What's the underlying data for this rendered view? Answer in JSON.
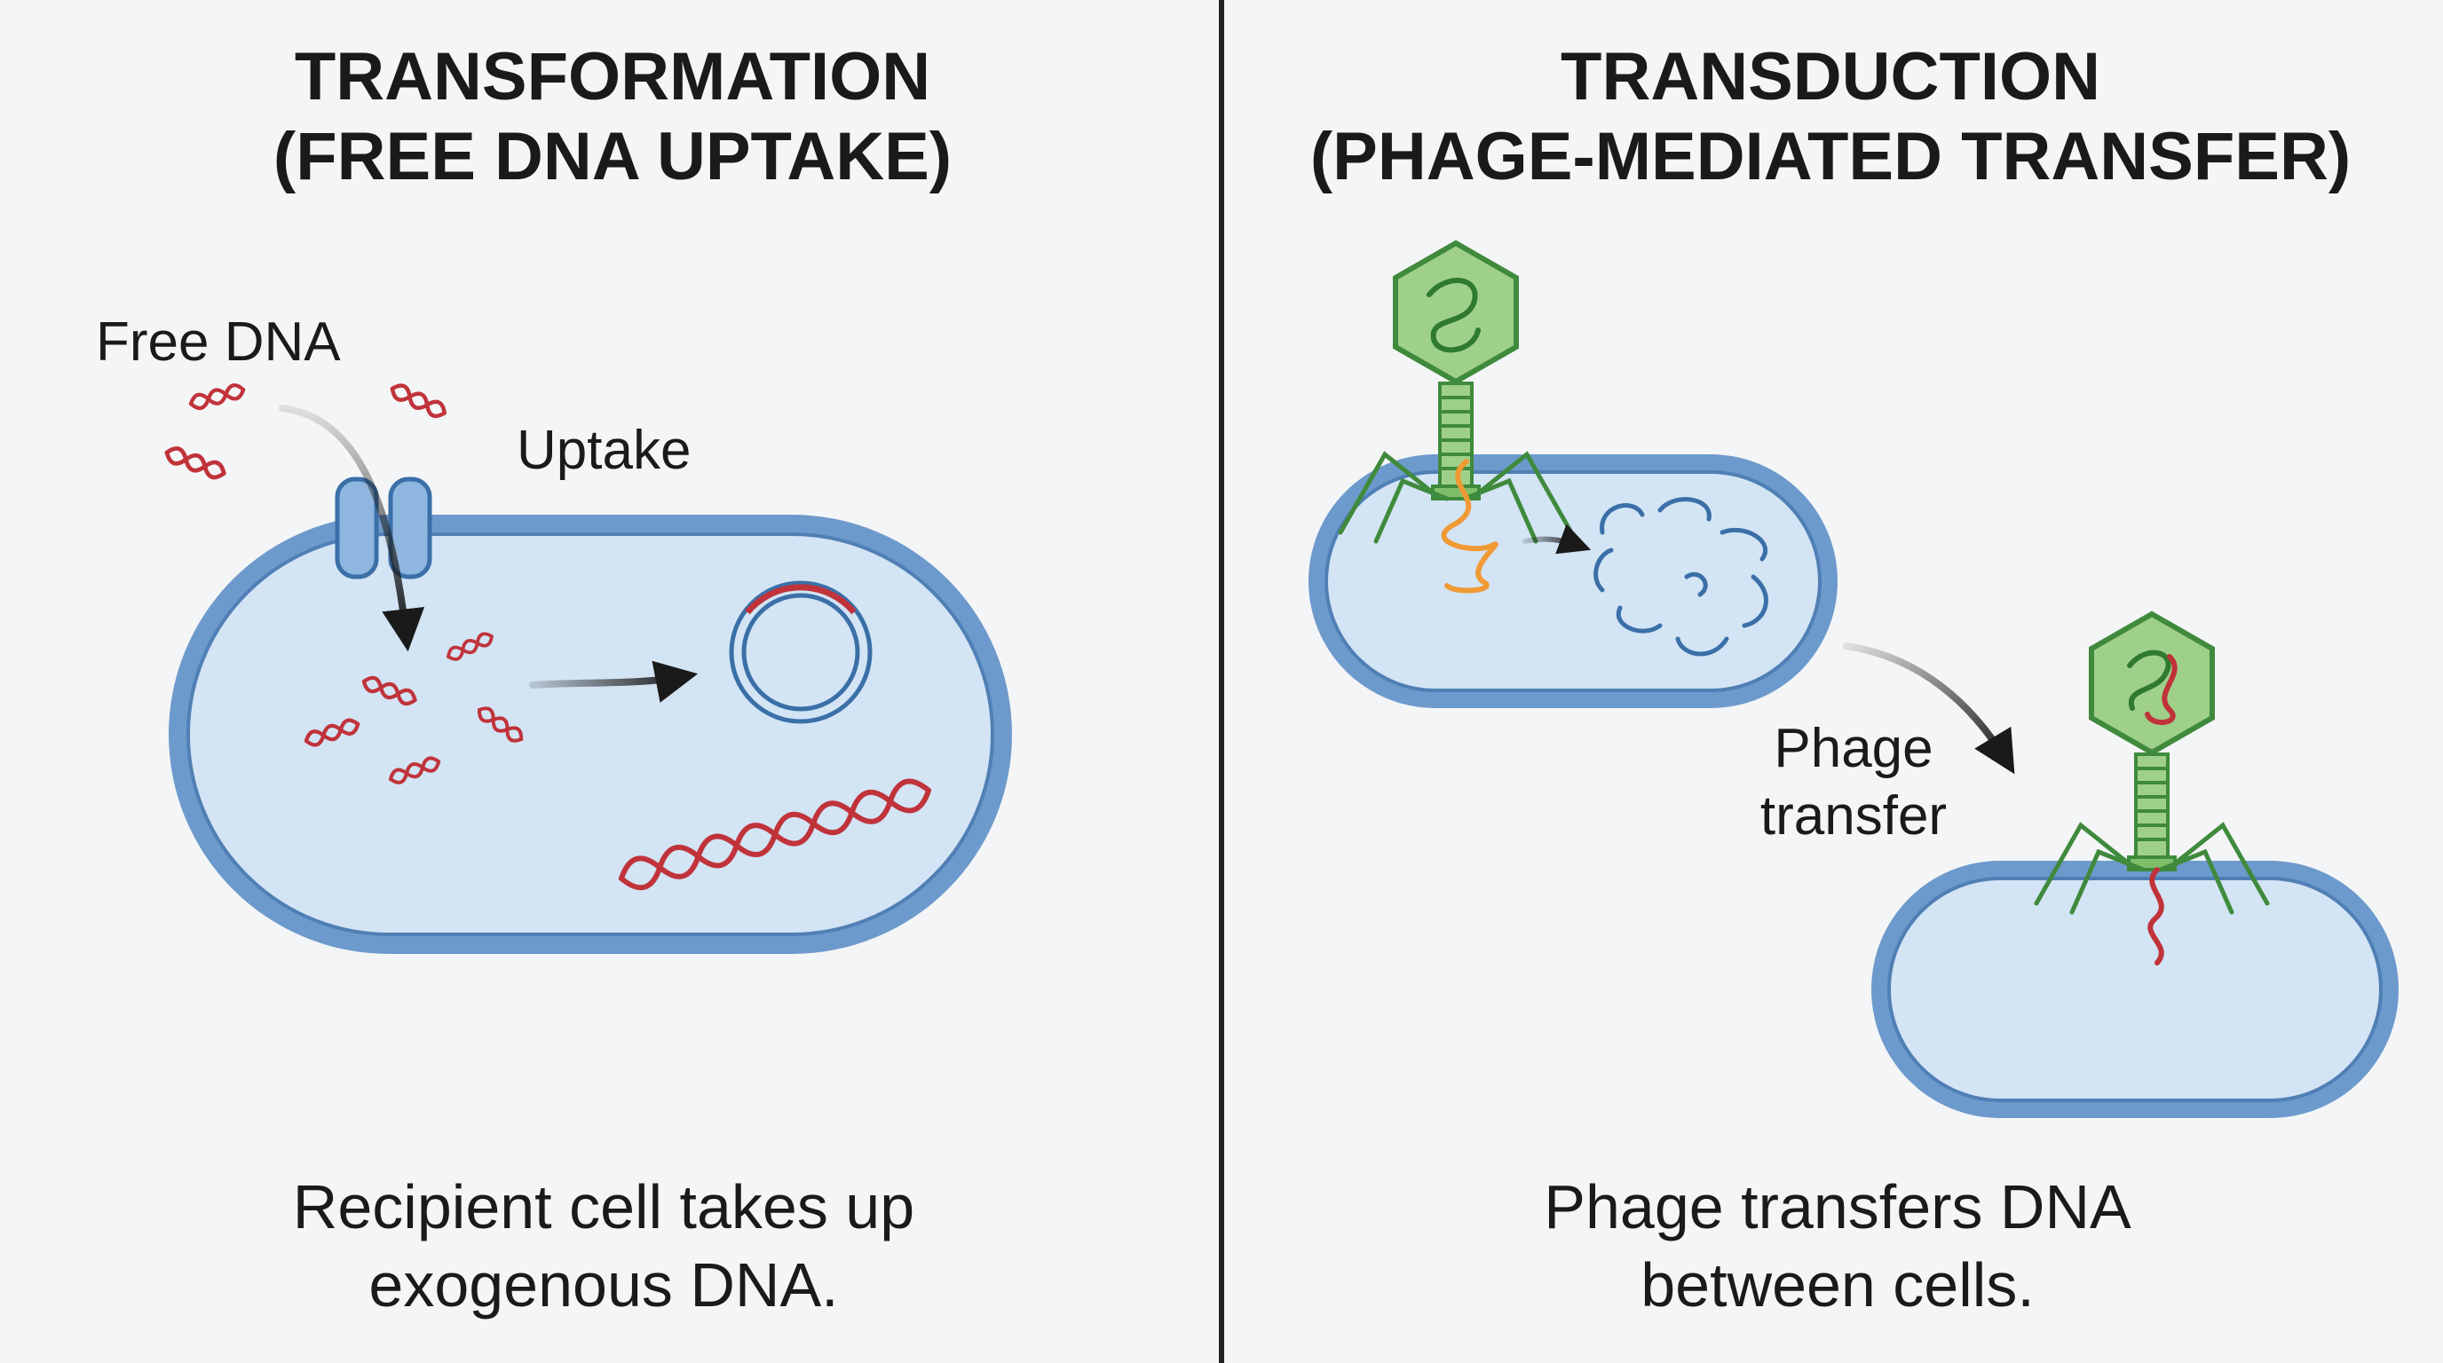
{
  "left_panel": {
    "title_line1": "TRANSFORMATION",
    "title_line2": "(FREE DNA UPTAKE)",
    "free_dna_label": "Free DNA",
    "uptake_label": "Uptake",
    "caption_line1": "Recipient cell takes up",
    "caption_line2": "exogenous DNA."
  },
  "right_panel": {
    "title_line1": "TRANSDUCTION",
    "title_line2": "(PHAGE-MEDIATED TRANSFER)",
    "phage_transfer_line1": "Phage",
    "phage_transfer_line2": "transfer",
    "caption_line1": "Phage transfers DNA",
    "caption_line2": "between cells."
  },
  "colors": {
    "background": "#f4f5f7",
    "cell_fill": "#d3e4f4",
    "cell_border": "#6d9acc",
    "cell_border_dark": "#4f7fb5",
    "dna_red": "#c0333a",
    "dna_orange": "#f09a35",
    "phage_green": "#7fbf6a",
    "phage_dark": "#3f8a3c",
    "plasmid_blue": "#3a6fa8",
    "divider": "#222222"
  },
  "icons": {
    "membrane_channel": "channel-icon",
    "plasmid": "plasmid-icon",
    "bacteriophage": "bacteriophage-icon"
  }
}
